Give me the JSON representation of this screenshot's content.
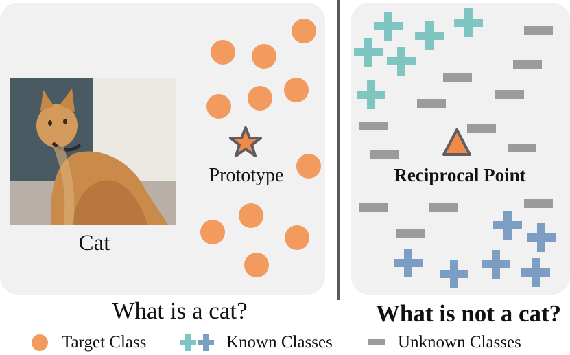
{
  "left": {
    "image_label": "Cat",
    "prototype_label": "Prototype",
    "question": "What is a cat?"
  },
  "right": {
    "reciprocal_label": "Reciprocal Point",
    "question": "What is not a cat?"
  },
  "legend": {
    "target": "Target Class",
    "known": "Known Classes",
    "unknown": "Unknown Classes"
  },
  "colors": {
    "target": "#f39a5e",
    "known_teal": "#7fc6c2",
    "known_blue": "#7c9ec3",
    "unknown": "#9b9b9b",
    "panel": "#f1f1f1"
  },
  "icons": [
    "cat-photo",
    "star-icon",
    "triangle-icon",
    "circle-icon",
    "plus-icon",
    "minus-icon"
  ]
}
